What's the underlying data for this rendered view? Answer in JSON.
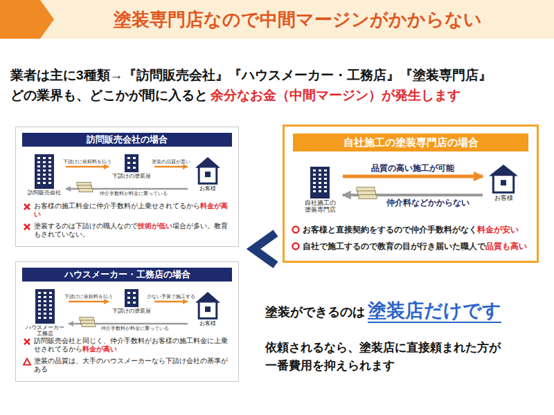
{
  "diagram": {
    "title": "塗装専門店なので中間マージンがかからない",
    "nodes": [
      {
        "text": [
          "訪問販売会社の場合",
          "お客様の施工料金に仲介手数料が上乗せされてるから",
          "料金が高い",
          "塗装するのは下請けの職人なので",
          "技術が低い",
          "場合が多い。教育もされていない。"
        ]
      },
      {
        "text": [
          "訪問販売会社"
        ],
        "in": 0
      },
      {
        "text": [
          "下請けの塗装屋"
        ],
        "in": 0
      },
      {
        "text": [
          "お客様"
        ],
        "in": 0
      },
      {
        "text": [
          "ハウスメーカー・工務店の場合",
          "訪問販売会社と同じく、仲介手数料がお客様の施工料金に上乗せされてるから",
          "料金が高い",
          "塗装の品質は、大手のハウスメーカーなら下請け会社の基準がある"
        ]
      },
      {
        "text": [
          "ハウスメーカー 工務店"
        ],
        "in": 4
      },
      {
        "text": [
          "下請けの塗装屋"
        ],
        "in": 4
      },
      {
        "text": [
          "お客様"
        ],
        "in": 4
      },
      {
        "text": [
          "自社施工の塗装専門店の場合",
          "お客様と直接契約をするので仲介手数料がなく",
          "料金が安い",
          "自社で施工するので教育の目が行き届いた職人で",
          "品質も高い"
        ]
      },
      {
        "text": [
          "自社施工の 塗装専門店"
        ],
        "in": 8
      },
      {
        "text": [
          "お客様"
        ],
        "in": 8
      }
    ],
    "edges": [
      {
        "from": 1,
        "to": 2,
        "label": "下請けに依頼料を払う",
        "arrow": "to"
      },
      {
        "from": 2,
        "to": 3,
        "label": "塗装の品質が悪い",
        "arrow": "to"
      },
      {
        "from": 3,
        "to": 1,
        "label": "仲介手数料が料金に乗っている",
        "arrow": "to"
      },
      {
        "from": 5,
        "to": 6,
        "label": "下請けに依頼料を払う",
        "arrow": "to"
      },
      {
        "from": 6,
        "to": 7,
        "label": "少ない予算で施工する",
        "arrow": "to"
      },
      {
        "from": 7,
        "to": 5,
        "label": "仲介手数料が料金に乗っている",
        "arrow": "to"
      },
      {
        "from": 9,
        "to": 10,
        "label": "品質の高い施工が可能",
        "arrow": "to"
      },
      {
        "from": 10,
        "to": 9,
        "label": "仲介料などかからない",
        "arrow": "to"
      }
    ],
    "labels": [
      "業者は主に3種類→『訪問販売会社』『ハウスメーカー・工務店』『塗装専門店』",
      "どの業界も、どこかが間に入ると",
      "余分なお金（中間マージン）が発生します",
      "塗装ができるのは",
      "塗装店だけです",
      "依頼されるなら、塗装店に直接頼まれた方が一番費用を抑えられます"
    ]
  }
}
